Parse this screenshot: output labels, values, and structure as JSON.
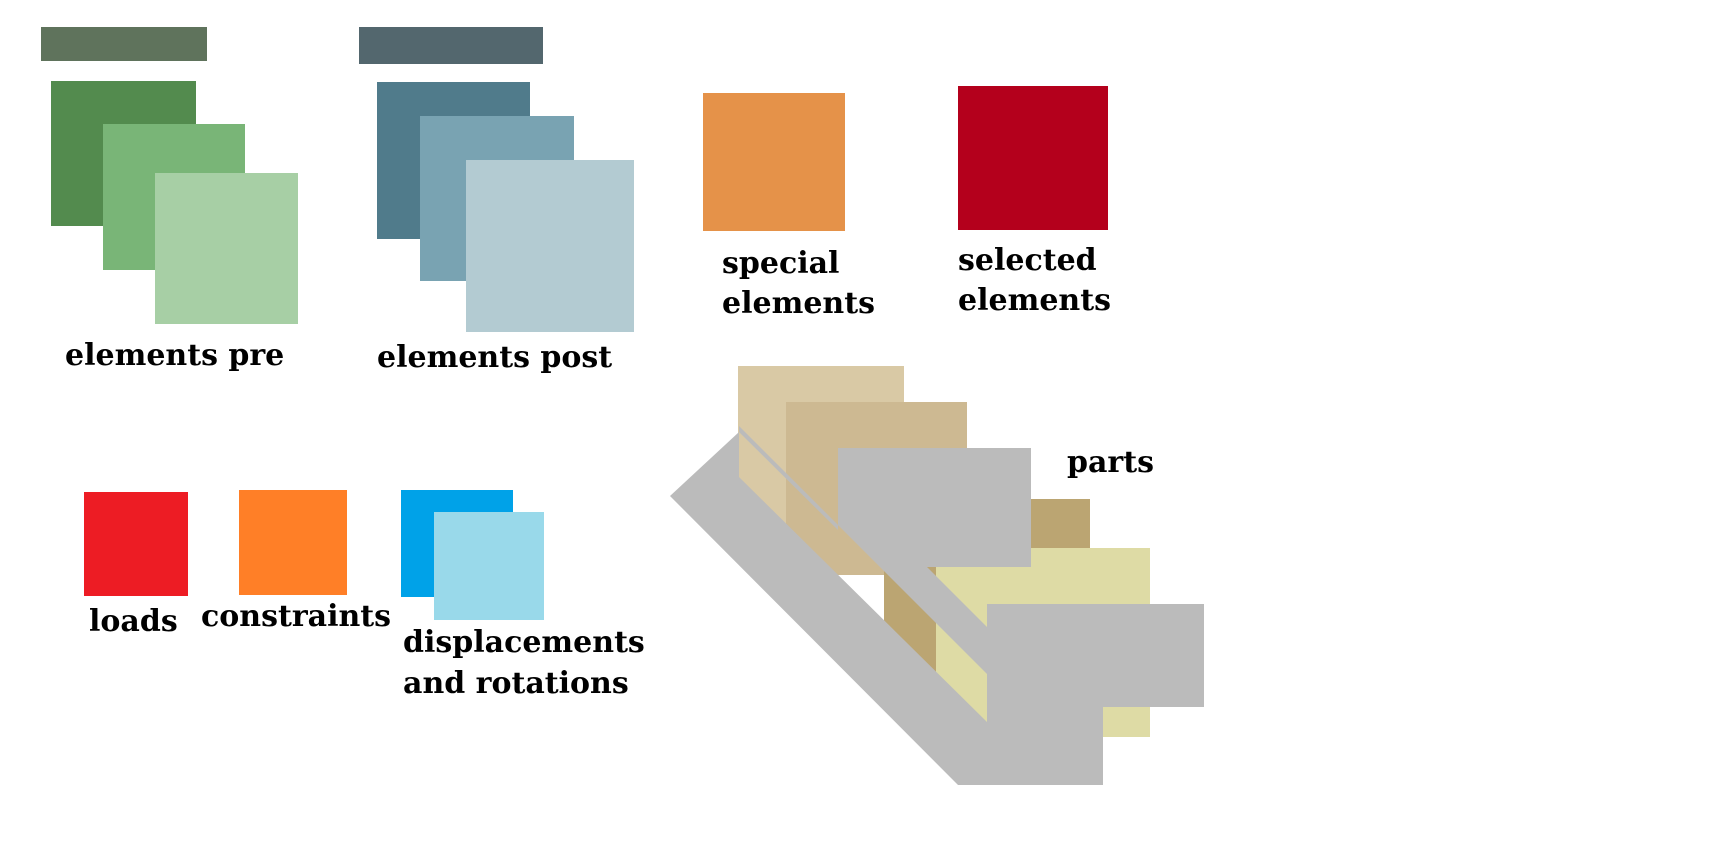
{
  "legend": {
    "elements_pre": {
      "label": "elements pre",
      "header_color": "#5f735c",
      "colors": [
        "#538b4e",
        "#79b577",
        "#a7cfa5"
      ]
    },
    "elements_post": {
      "label": "elements post",
      "header_color": "#53676e",
      "colors": [
        "#507b8b",
        "#79a3b2",
        "#b3cbd2"
      ]
    },
    "special_elements": {
      "label_line1": "special",
      "label_line2": "elements",
      "color": "#e59249"
    },
    "selected_elements": {
      "label_line1": "selected",
      "label_line2": "elements",
      "color": "#b4001c"
    },
    "loads": {
      "label": "loads",
      "color": "#ed1c24"
    },
    "constraints": {
      "label": "constraints",
      "color": "#ff7f27"
    },
    "displacements": {
      "label_line1": "displacements",
      "label_line2": "and rotations",
      "colors": [
        "#00a2e8",
        "#99d9ea"
      ]
    },
    "parts": {
      "label": "parts",
      "colors": [
        "#d9c9a5",
        "#cdb992",
        "#bba572",
        "#dedba5"
      ],
      "overlay_color": "#bbbbbb"
    }
  }
}
